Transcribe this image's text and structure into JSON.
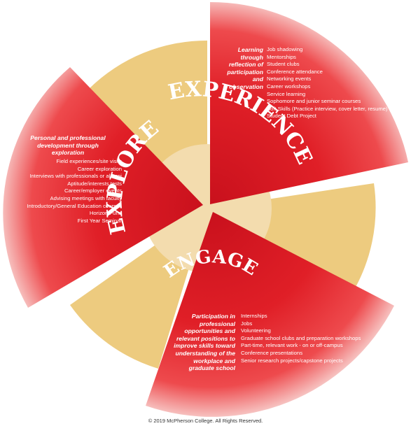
{
  "colors": {
    "accent_red": "#e01f27",
    "tan": "#edcb7f",
    "inner_ring": "#f3dcae"
  },
  "experience": {
    "title": "EXPERIENCE",
    "lead": [
      "Learning",
      "through",
      "reflection of",
      "participation",
      "and",
      "observation"
    ],
    "items": [
      "Job shadowing",
      "Mentorships",
      "Student clubs",
      "Conference attendance",
      "Networking events",
      "Career workshops",
      "Service learning",
      "Sophomore and junior seminar courses",
      "Soft Skills (Practice interview, cover letter, resume)",
      "Student Debt Project"
    ]
  },
  "explore": {
    "title": "EXPLORE",
    "lead": [
      "Personal and professional",
      "development through",
      "exploration"
    ],
    "items": [
      "Field experiences/site visits",
      "Career exploration",
      "Interviews with professionals or alumni",
      "Aptitude/interests tests",
      "Career/employer events",
      "Advising meetings with faculty",
      "Introductory/General Education courses",
      "Horizon Fund",
      "First Year Seminar"
    ]
  },
  "engage": {
    "title": "ENGAGE",
    "lead": [
      "Participation in",
      "professional",
      "opportunities and",
      "relevant positions to",
      "improve skills toward",
      "understanding of the",
      "workplace and",
      "graduate school"
    ],
    "items": [
      "Internships",
      "Jobs",
      "Volunteering",
      "Graduate school clubs and preparation workshops",
      "Part-time, relevant work - on or off-campus",
      "Conference presentations",
      "Senior research projects/capstone projects"
    ]
  },
  "footer": {
    "copyright": "© 2019 McPherson College. All Rights Reserved."
  }
}
